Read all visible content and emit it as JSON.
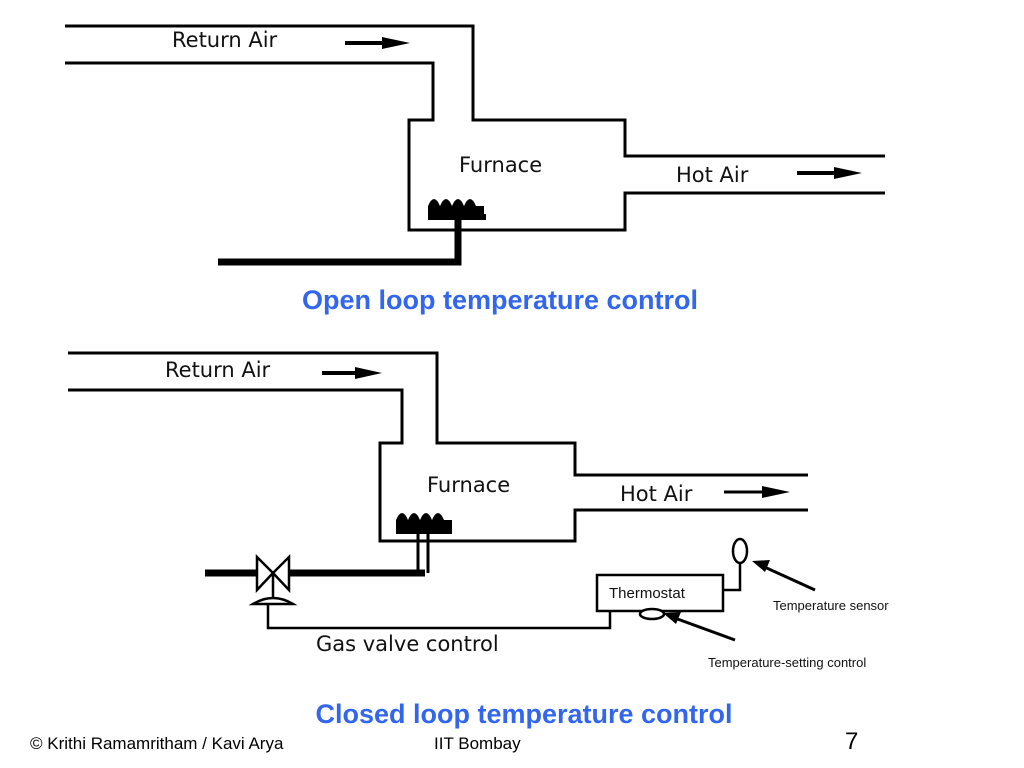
{
  "open_loop": {
    "return_air_label": "Return Air",
    "furnace_label": "Furnace",
    "hot_air_label": "Hot Air",
    "caption": "Open loop temperature control"
  },
  "closed_loop": {
    "return_air_label": "Return Air",
    "furnace_label": "Furnace",
    "hot_air_label": "Hot Air",
    "thermostat_label": "Thermostat",
    "temperature_sensor_label": "Temperature sensor",
    "temperature_setting_label": "Temperature-setting control",
    "gas_valve_label": "Gas valve control",
    "caption": "Closed loop temperature control"
  },
  "footer": {
    "copyright": "©  Krithi Ramamritham / Kavi Arya",
    "institution": "IIT Bombay",
    "page_number": "7"
  },
  "colors": {
    "caption": "#3366ee",
    "line": "#000000"
  }
}
